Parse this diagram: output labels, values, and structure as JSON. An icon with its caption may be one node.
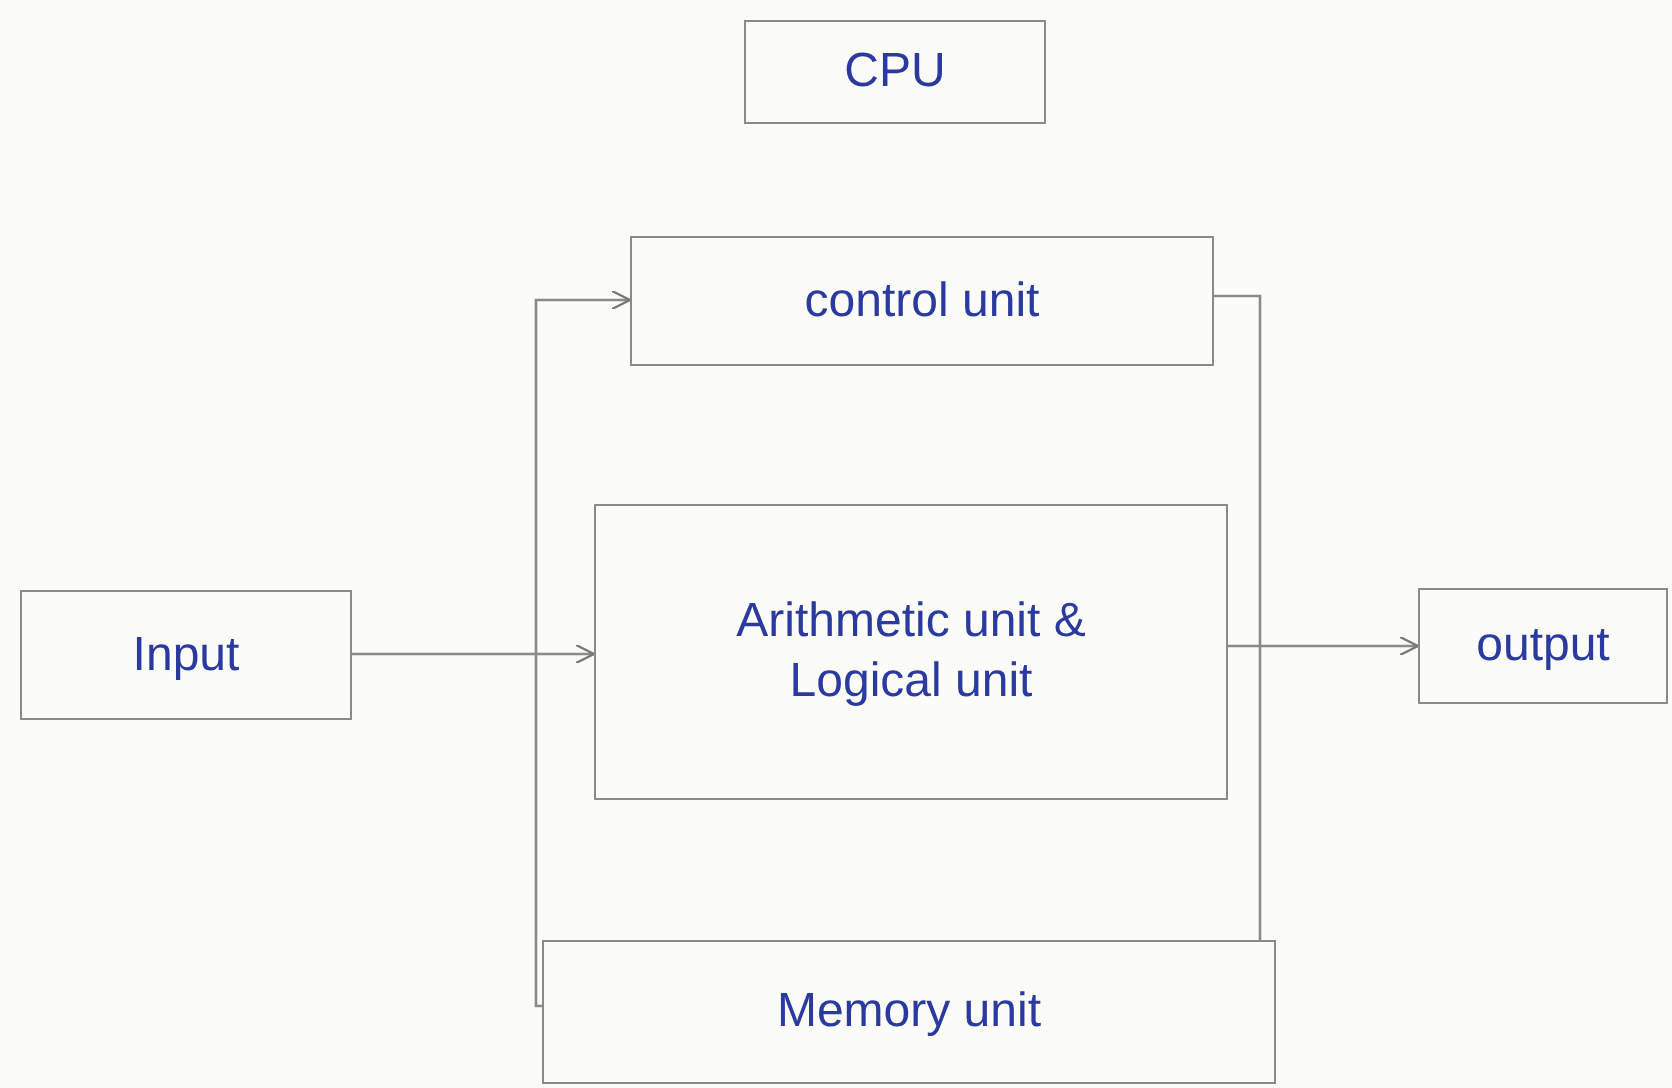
{
  "diagram": {
    "nodes": [
      {
        "text": [
          "CPU"
        ]
      },
      {
        "text": [
          "control unit"
        ]
      },
      {
        "text": [
          "Input"
        ]
      },
      {
        "text": [
          "Arithmetic unit & Logical unit"
        ]
      },
      {
        "text": [
          "output"
        ]
      },
      {
        "text": [
          "Memory unit"
        ]
      }
    ],
    "edges": [
      {
        "from": 2,
        "to": 3,
        "arrow": "to"
      },
      {
        "from": 3,
        "to": 4,
        "arrow": "to"
      },
      {
        "from": 5,
        "to": 1,
        "arrow": "to"
      },
      {
        "from": 1,
        "to": 5,
        "arrow": "to"
      }
    ]
  }
}
